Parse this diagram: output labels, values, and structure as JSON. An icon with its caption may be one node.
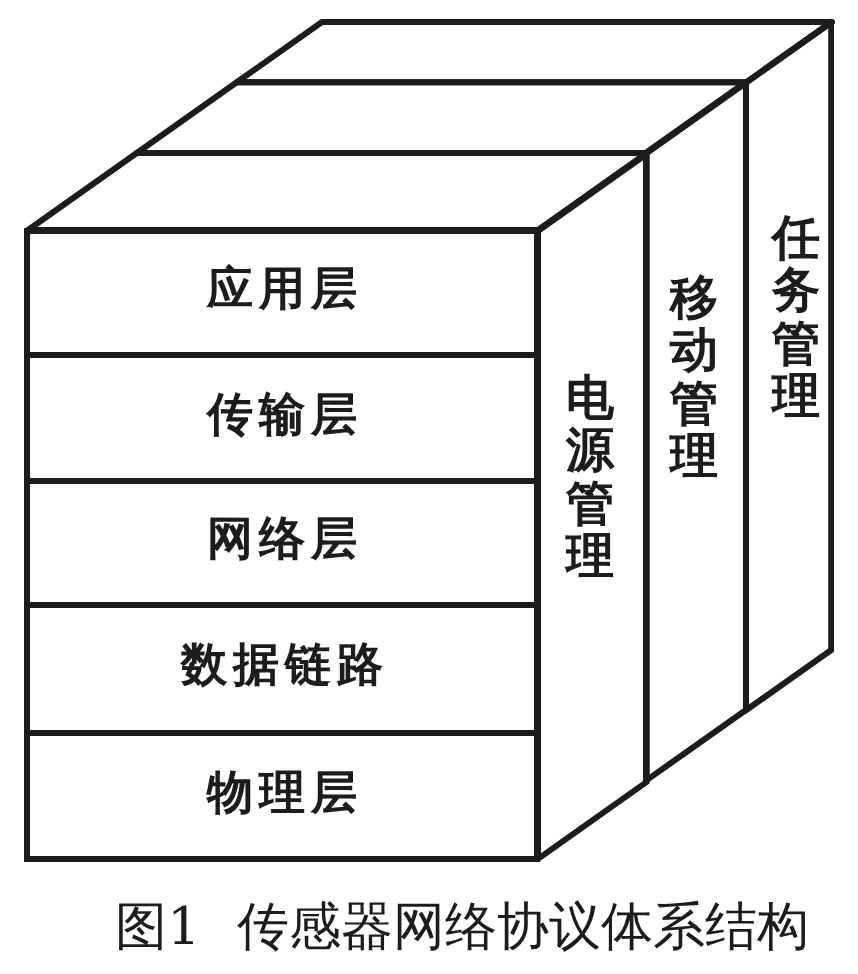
{
  "diagram": {
    "caption": "图1 传感器网络协议体系结构",
    "nodes": [
      {
        "text": [
          "应用层"
        ]
      },
      {
        "text": [
          "传输层"
        ]
      },
      {
        "text": [
          "网络层"
        ]
      },
      {
        "text": [
          "数据链路"
        ]
      },
      {
        "text": [
          "物理层"
        ]
      },
      {
        "text": [
          "电源管理"
        ]
      },
      {
        "text": [
          "移动管理"
        ]
      },
      {
        "text": [
          "任务管理"
        ]
      }
    ]
  }
}
